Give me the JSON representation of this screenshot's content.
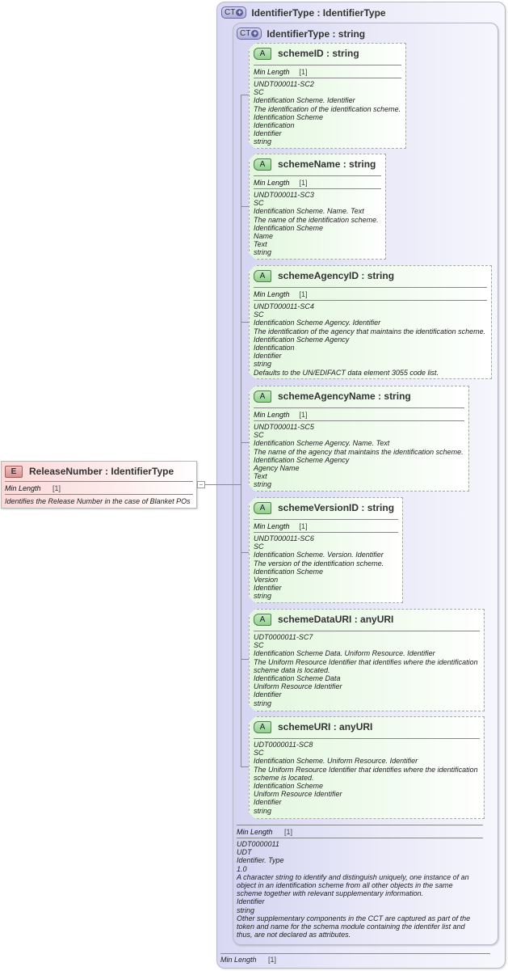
{
  "element": {
    "badge": "E",
    "title": "ReleaseNumber : IdentifierType",
    "facet_label": "Min Length",
    "facet_value": "[1]",
    "description": "Identifies the Release Number in the case of Blanket POs",
    "collapse_icon": "−"
  },
  "outer_type": {
    "badge": "CT",
    "title": "IdentifierType : IdentifierType",
    "facet_label": "Min Length",
    "facet_value": "[1]"
  },
  "inner_type": {
    "badge": "CT",
    "title": "IdentifierType : string",
    "facet_label": "Min Length",
    "facet_value": "[1]",
    "description": [
      "UDT0000011",
      "UDT",
      "Identifier. Type",
      "1.0",
      "A character string to identify and distinguish uniquely, one instance of an",
      "object in an identification scheme from all other objects in the same",
      "scheme together with relevant supplementary information.",
      "Identifier",
      "string",
      "Other supplementary components in the CCT are captured as part of the",
      "token and name for the schema module containing the identifer list and",
      "thus, are not declared as attributes."
    ]
  },
  "attributes": [
    {
      "badge": "A",
      "title": "schemeID : string",
      "facet_label": "Min Length",
      "facet_value": "[1]",
      "description": [
        "UNDT000011-SC2",
        "SC",
        "Identification Scheme. Identifier",
        "The identification of the identification scheme.",
        "Identification Scheme",
        "Identification",
        "Identifier",
        "string"
      ]
    },
    {
      "badge": "A",
      "title": "schemeName : string",
      "facet_label": "Min Length",
      "facet_value": "[1]",
      "description": [
        "UNDT000011-SC3",
        "SC",
        "Identification Scheme. Name. Text",
        "The name of the identification scheme.",
        "Identification Scheme",
        "Name",
        "Text",
        "string"
      ]
    },
    {
      "badge": "A",
      "title": "schemeAgencyID : string",
      "facet_label": "Min Length",
      "facet_value": "[1]",
      "description": [
        "UNDT000011-SC4",
        "SC",
        "Identification Scheme Agency. Identifier",
        "The identification of the agency that maintains the identification scheme.",
        "Identification Scheme Agency",
        "Identification",
        "Identifier",
        "string",
        "Defaults to the UN/EDIFACT data element 3055 code list."
      ]
    },
    {
      "badge": "A",
      "title": "schemeAgencyName : string",
      "facet_label": "Min Length",
      "facet_value": "[1]",
      "description": [
        "UNDT000011-SC5",
        "SC",
        "Identification Scheme Agency. Name. Text",
        "The name of the agency that maintains the identification scheme.",
        "Identification Scheme Agency",
        "Agency Name",
        "Text",
        "string"
      ]
    },
    {
      "badge": "A",
      "title": "schemeVersionID : string",
      "facet_label": "Min Length",
      "facet_value": "[1]",
      "description": [
        "UNDT000011-SC6",
        "SC",
        "Identification Scheme. Version. Identifier",
        "The version of the identification scheme.",
        "Identification Scheme",
        "Version",
        "Identifier",
        "string"
      ]
    },
    {
      "badge": "A",
      "title": "schemeDataURI : anyURI",
      "description": [
        "UDT0000011-SC7",
        "SC",
        "Identification Scheme Data. Uniform Resource. Identifier",
        "The Uniform Resource Identifier that identifies where the identification",
        "scheme data is located.",
        "Identification Scheme Data",
        "Uniform Resource Identifier",
        "Identifier",
        "string"
      ]
    },
    {
      "badge": "A",
      "title": "schemeURI : anyURI",
      "description": [
        "UDT0000011-SC8",
        "SC",
        "Identification Scheme. Uniform Resource. Identifier",
        "The Uniform Resource Identifier that identifies where the identification",
        "scheme is located.",
        "Identification Scheme",
        "Uniform Resource Identifier",
        "Identifier",
        "string"
      ]
    }
  ],
  "colors": {
    "element_fill": "#fbd9d9",
    "complex_type_fill": "#d8d8f4",
    "attribute_fill": "#e2f7de",
    "connector": "#8a8a9a"
  }
}
